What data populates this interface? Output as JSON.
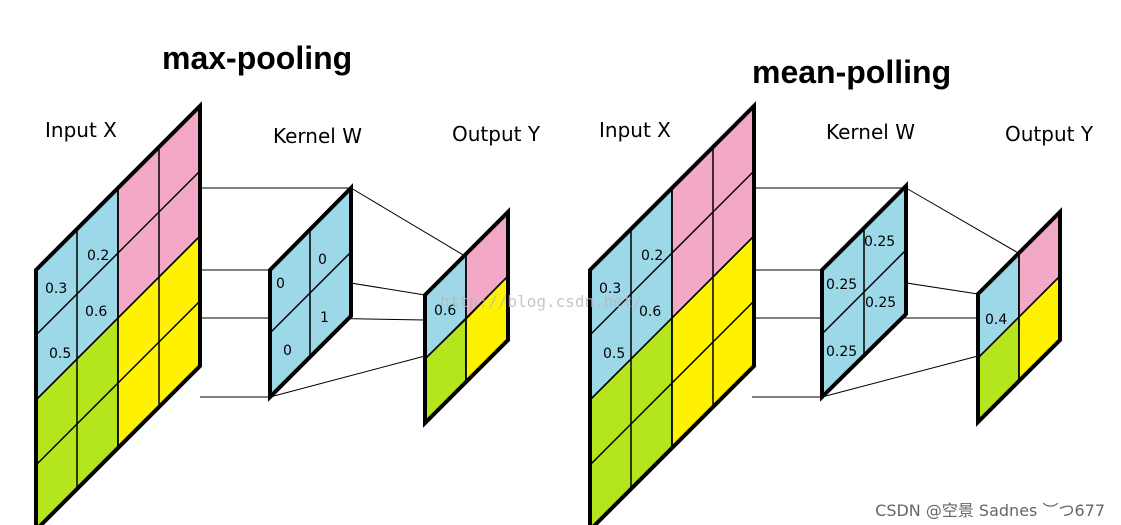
{
  "colors": {
    "blue": "#9dd8e9",
    "pink": "#f4a8c7",
    "yellow": "#fff200",
    "green": "#b5e61d",
    "stroke": "#000000"
  },
  "diagrams": [
    {
      "title": "max-pooling",
      "labels": {
        "input": "Input X",
        "kernel": "Kernel W",
        "output": "Output Y"
      },
      "input_values": [
        "0.2",
        "0.3",
        "0.6",
        "0.5"
      ],
      "kernel_values": [
        "0",
        "0",
        "1",
        "0"
      ],
      "output_value": "0.6"
    },
    {
      "title": "mean-polling",
      "labels": {
        "input": "Input X",
        "kernel": "Kernel W",
        "output": "Output Y"
      },
      "input_values": [
        "0.2",
        "0.3",
        "0.6",
        "0.5"
      ],
      "kernel_values": [
        "0.25",
        "0.25",
        "0.25",
        "0.25"
      ],
      "output_value": "0.4"
    }
  ],
  "watermark": "http://blog.csdn.net/",
  "footer": "CSDN @空景 Sadnes ︶つ677"
}
